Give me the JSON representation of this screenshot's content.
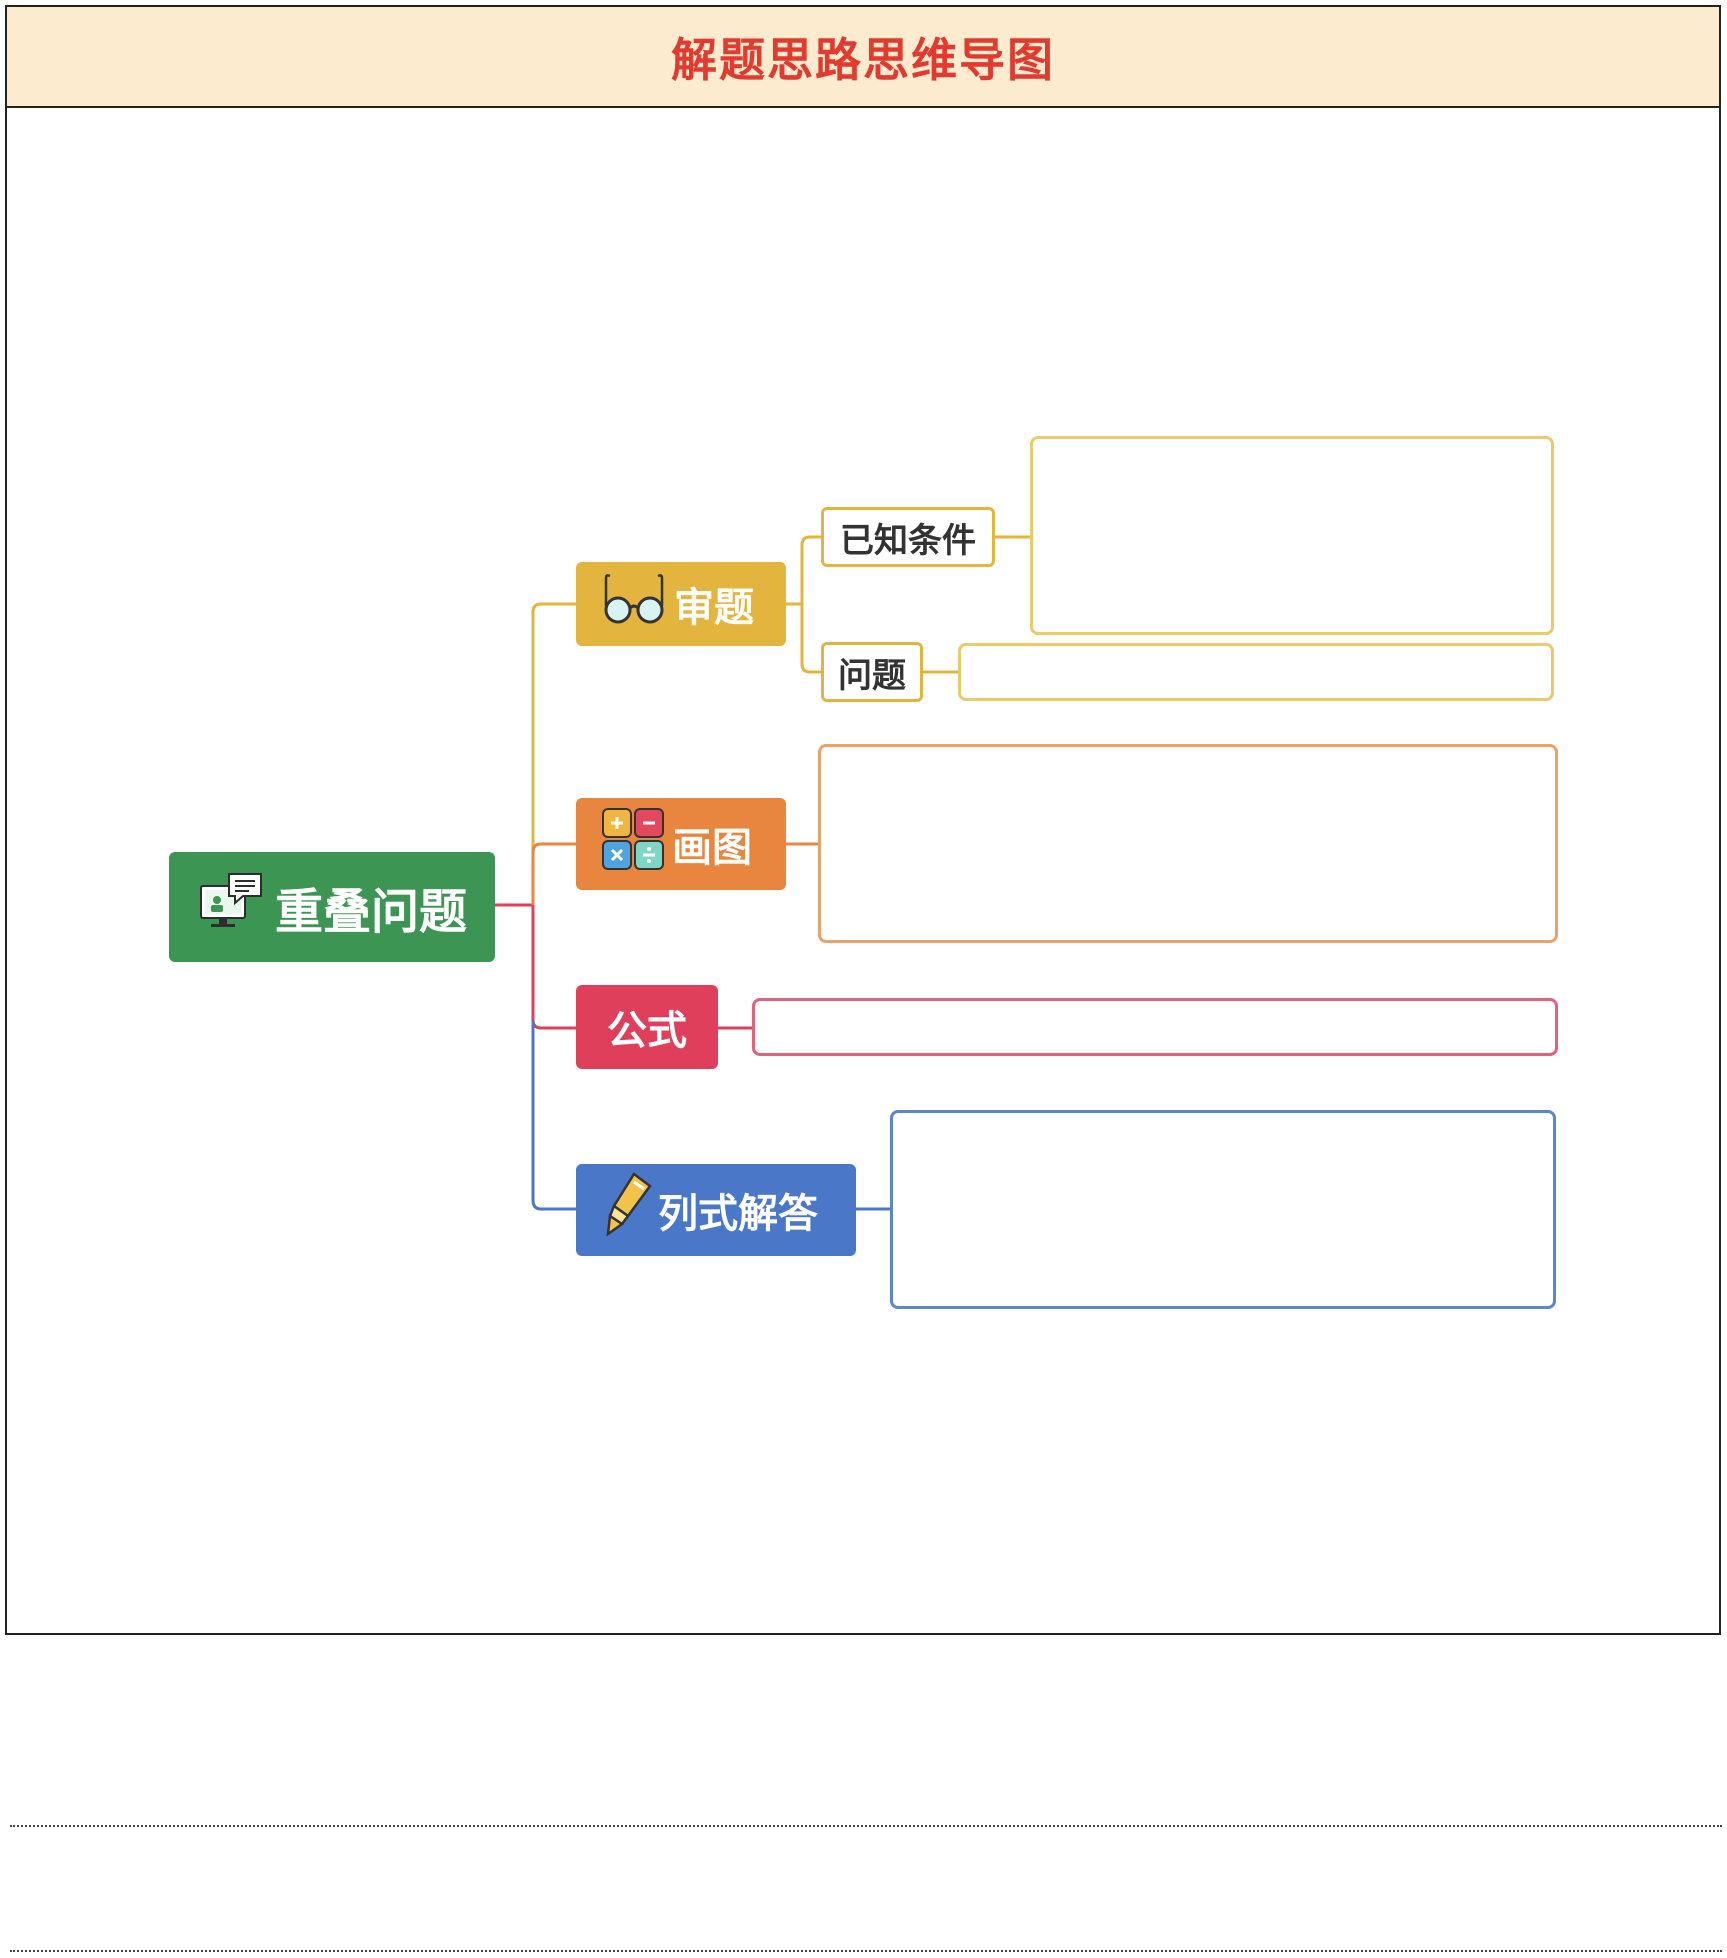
{
  "header": {
    "title": "解题思路思维导图"
  },
  "root": {
    "label": "重叠问题",
    "icon": "presentation-screen-icon",
    "color": "#3c9553"
  },
  "branches": [
    {
      "label": "审题",
      "icon": "glasses-icon",
      "color": "#e3b43e",
      "children": [
        {
          "label": "已知条件"
        },
        {
          "label": "问题"
        }
      ]
    },
    {
      "label": "画图",
      "icon": "calculator-keys-icon",
      "color": "#e88640"
    },
    {
      "label": "公式",
      "icon": "",
      "color": "#df3f5a"
    },
    {
      "label": "列式解答",
      "icon": "highlighter-icon",
      "color": "#4a77c7"
    }
  ]
}
